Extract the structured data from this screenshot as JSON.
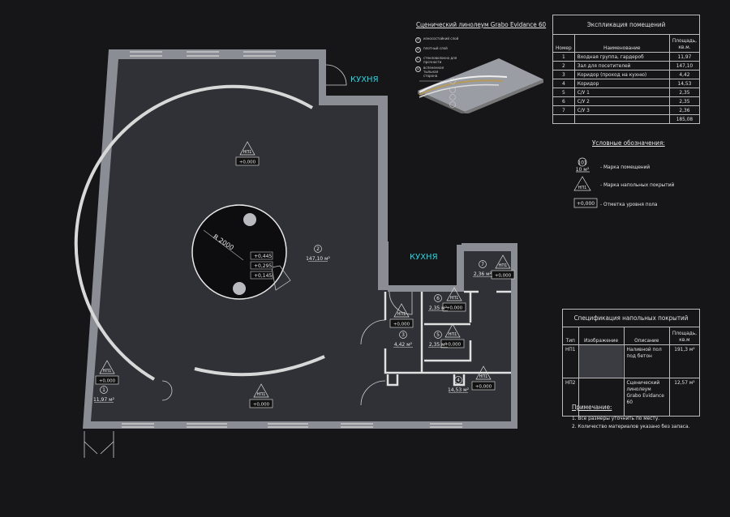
{
  "colors": {
    "background": "#161619",
    "floor": "#2f3136",
    "wall": "#8a8d93",
    "kitchen_label": "#2ad4e0",
    "podium": "#0d0d0f"
  },
  "kitchen_labels": [
    "КУХНЯ",
    "КУХНЯ"
  ],
  "floor_type_mark": "НП1",
  "level_mark": "+0,000",
  "podium": {
    "radius_label": "R 2000",
    "levels": [
      "+0,445",
      "+0,295",
      "+0,145"
    ]
  },
  "rooms": [
    {
      "number": "1",
      "area": "11,97 м²"
    },
    {
      "number": "2",
      "area": "147,10 м²"
    },
    {
      "number": "3",
      "area": "4,42 м²"
    },
    {
      "number": "4",
      "area": "14,53 м²"
    },
    {
      "number": "5",
      "area": "2,35 м²"
    },
    {
      "number": "6",
      "area": "2,35 м²"
    },
    {
      "number": "7",
      "area": "2,36 м²"
    }
  ],
  "linoleum": {
    "title": "Сценический линолеум Grabo Evidance 60",
    "layers": [
      {
        "letter": "A",
        "label": "износостойкий слой"
      },
      {
        "letter": "B",
        "label": "плотный слой"
      },
      {
        "letter": "C",
        "label": "стекловолокно для прочности"
      },
      {
        "letter": "D",
        "label": "вспененная тыльная сторона"
      }
    ]
  },
  "explication": {
    "title": "Экспликация помещений",
    "headers": [
      "Номер",
      "Наименование",
      "Площадь, кв.м."
    ],
    "rows": [
      [
        "1",
        "Входная группа, гардероб",
        "11,97"
      ],
      [
        "2",
        "Зал для посетителей",
        "147,10"
      ],
      [
        "3",
        "Коридор (проход на кухню)",
        "4,42"
      ],
      [
        "4",
        "Коридор",
        "14,53"
      ],
      [
        "5",
        "С/У 1",
        "2,35"
      ],
      [
        "6",
        "С/У 2",
        "2,35"
      ],
      [
        "7",
        "С/У 3",
        "2,36"
      ]
    ],
    "total": "185,08"
  },
  "legend": {
    "title": "Условные обозначения:",
    "room_mark_number": "101",
    "room_mark_area": "10 м²",
    "room_mark_label": "- Марка помещений",
    "floor_mark_symbol": "НП1",
    "floor_mark_label": "- Марка напольных покрытий",
    "level_symbol": "+0,000",
    "level_label": "- Отметка уровня пола"
  },
  "spec": {
    "title": "Спецификация напольных покрытий",
    "headers": [
      "Тип",
      "Изображение",
      "Описание",
      "Площадь, кв.м"
    ],
    "rows": [
      {
        "type": "НП1",
        "desc": "Наливной пол под бетон",
        "area": "191,3 м²"
      },
      {
        "type": "НП2",
        "desc": "Сценический линолеум Grabo Evidance 60",
        "area": "12,57 м²"
      }
    ]
  },
  "notes": {
    "title": "Примечание:",
    "items": [
      "1. Все размеры уточнить по месту.",
      "2. Количество материалов указано без запаса."
    ]
  }
}
